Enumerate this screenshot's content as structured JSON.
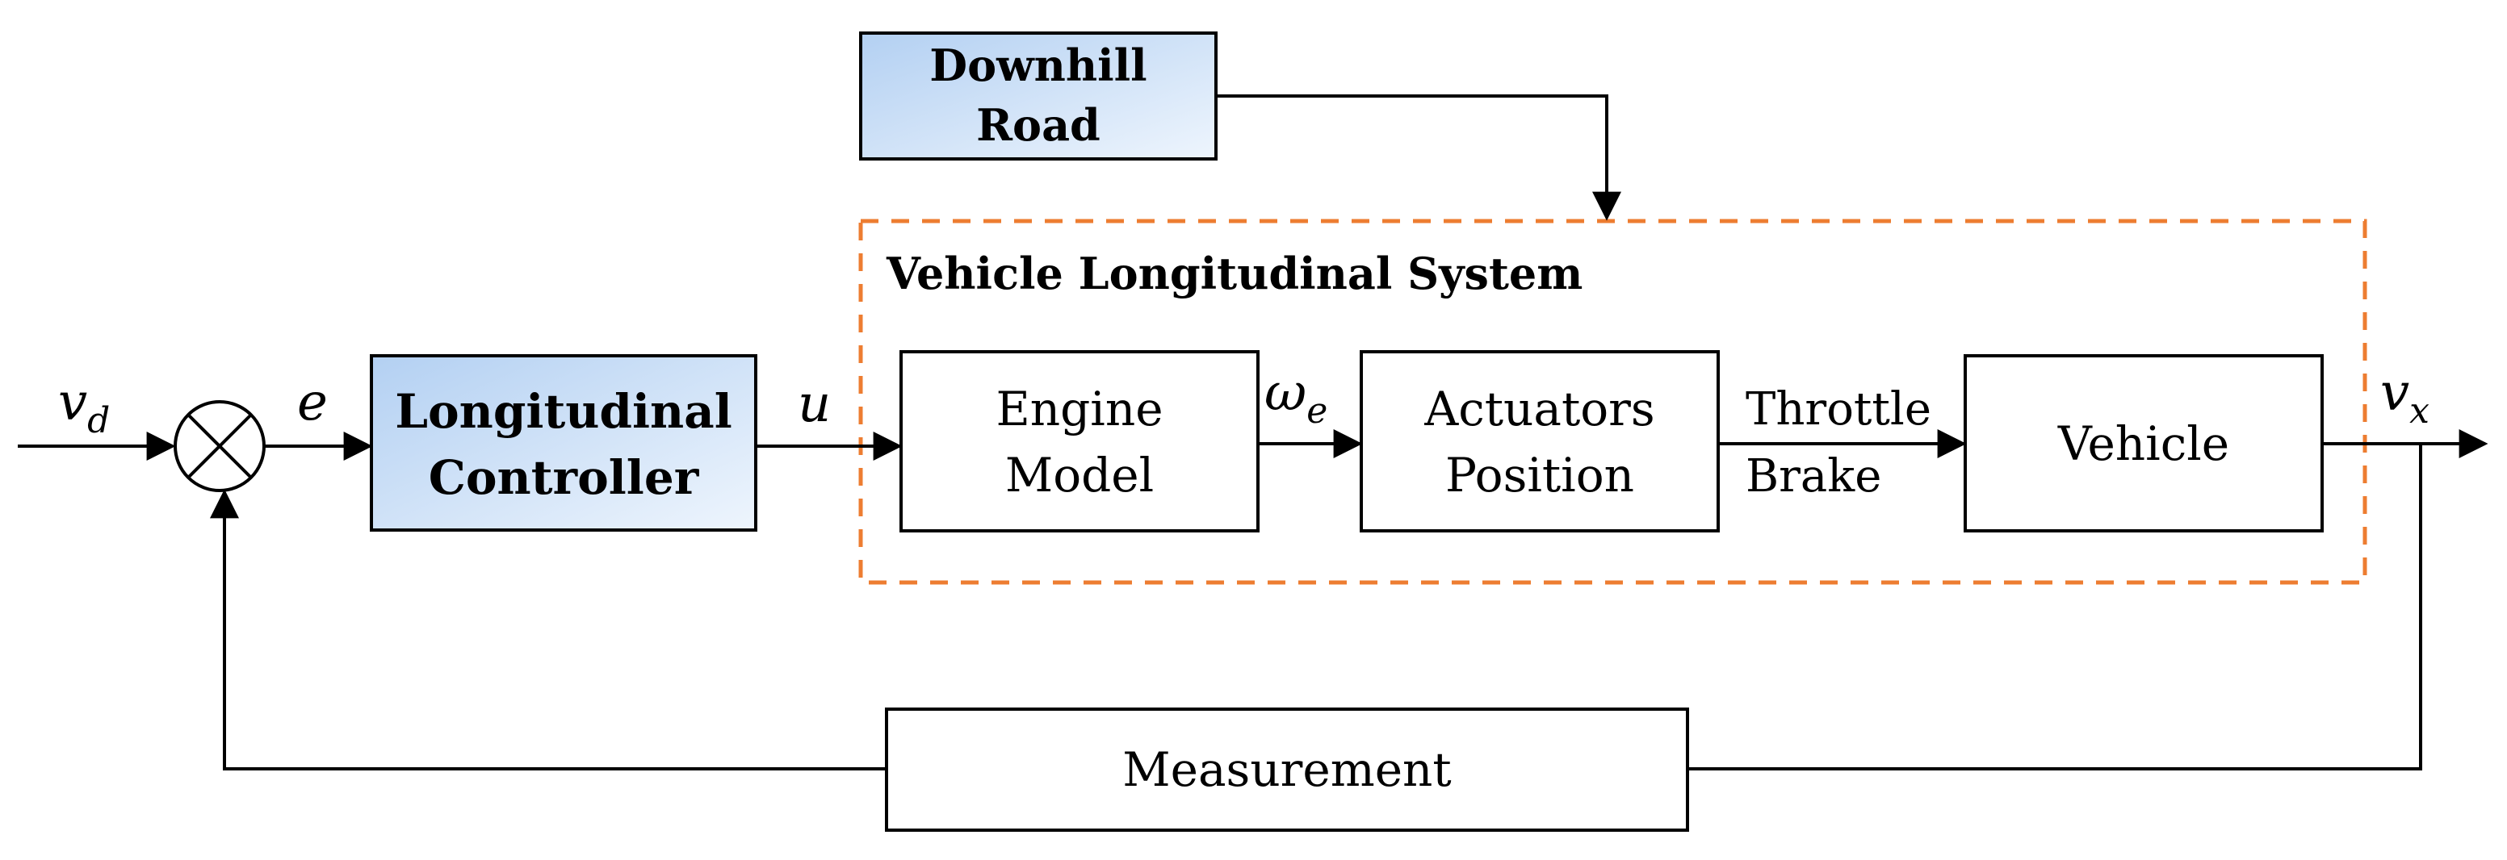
{
  "blocks": {
    "downhill_road": {
      "line1": "Downhill",
      "line2": "Road"
    },
    "controller": {
      "line1": "Longitudinal",
      "line2": "Controller"
    },
    "engine_model": {
      "line1": "Engine",
      "line2": "Model"
    },
    "actuators": {
      "line1": "Actuators",
      "line2": "Position"
    },
    "vehicle": {
      "label": "Vehicle"
    },
    "measurement": {
      "label": "Measurement"
    }
  },
  "system_group": {
    "title": "Vehicle Longitudinal System"
  },
  "signals": {
    "v_d": {
      "main": "v",
      "sub": "d"
    },
    "e": {
      "main": "e"
    },
    "u": {
      "main": "u"
    },
    "omega_e": {
      "main": "ω",
      "sub": "e"
    },
    "throttle": "Throttle",
    "brake": "Brake",
    "v_x": {
      "main": "v",
      "sub": "x"
    }
  },
  "colors": {
    "line": "#000000",
    "highlight_fill_light": "#e8f1fd",
    "highlight_fill_dark": "#b9d4f3",
    "group_border": "#ed7d31"
  }
}
